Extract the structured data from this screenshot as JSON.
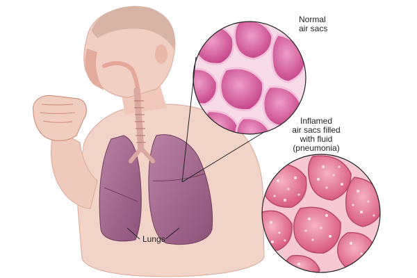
{
  "labels": {
    "normal_lines": [
      "Normal",
      "air sacs"
    ],
    "inflamed_lines": [
      "Inflamed",
      "air sacs filled",
      "with fluid",
      "(pneumonia)"
    ],
    "lungs": "Lungs"
  },
  "colors": {
    "skin": "#f1cfc3",
    "skin_shadow": "#dfa696",
    "hair": "#cfa89a",
    "lung": "#a4698f",
    "lung_dark": "#8a4f77",
    "trachea": "#d9a8a0",
    "normal_sac": "#d85a9a",
    "normal_sac_light": "#ec8fc0",
    "normal_wall": "#f7d6e6",
    "inflamed_sac": "#e36e8f",
    "inflamed_sac_light": "#f2a2b4",
    "inflamed_wall": "#f4c9d2",
    "outline": "#222222"
  }
}
